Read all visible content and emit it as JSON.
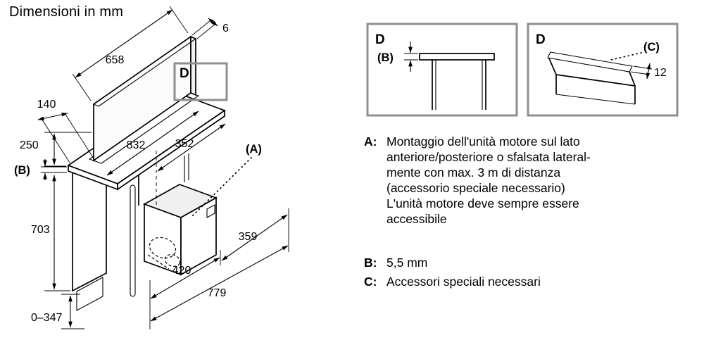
{
  "title": "Dimensioni in mm",
  "colors": {
    "detail_border": "#8f8f8f",
    "strip_gray": "#a3a3a3",
    "line": "#000000"
  },
  "main_drawing": {
    "detail_marker": "D",
    "labels": {
      "thickness": "6",
      "width_top": "658",
      "depth_top": "140",
      "height_upper": "250",
      "ref_b": "(B)",
      "height_body": "703",
      "width_cutout": "832",
      "width_inner": "352",
      "ref_a": "(A)",
      "depth_motor": "359",
      "offset_motor": "420",
      "depth_total": "779",
      "range_bottom": "0–347"
    }
  },
  "detail_top_section": {
    "marker": "D",
    "ref_b": "(B)"
  },
  "detail_strip": {
    "marker": "D",
    "ref_c": "(C)",
    "strip_width": "12"
  },
  "legend": {
    "items": [
      {
        "key": "A:",
        "lines": [
          "Montaggio dell'unità motore sul lato",
          "anteriore/posteriore o sfalsata lateral-",
          "mente con max. 3 m di distanza",
          "(accessorio speciale necessario)",
          "L'unità motore deve sempre essere",
          "accessibile"
        ]
      },
      {
        "key": "B:",
        "lines": [
          "5,5 mm"
        ]
      },
      {
        "key": "C:",
        "lines": [
          "Accessori speciali necessari"
        ]
      }
    ]
  }
}
